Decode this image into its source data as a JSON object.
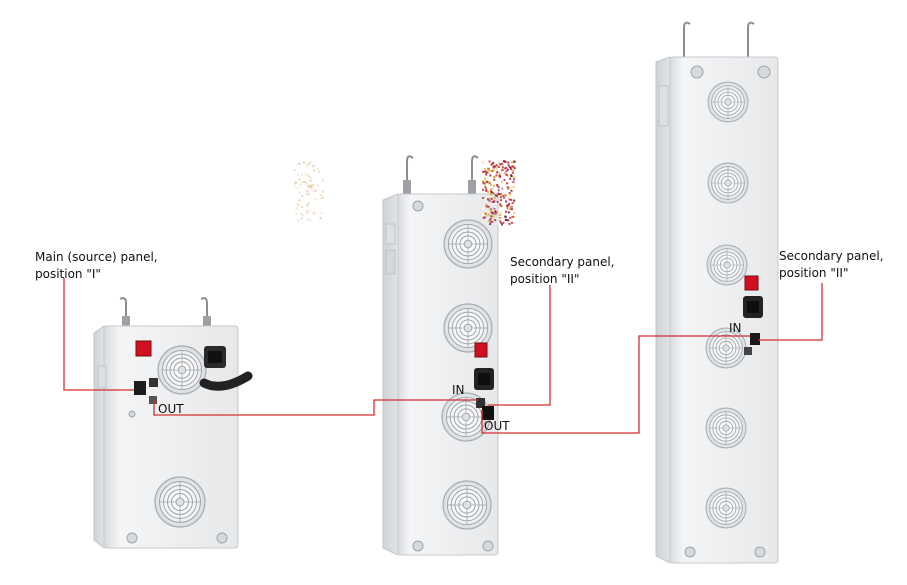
{
  "labels": {
    "main_panel": {
      "line1": "Main (source) panel,",
      "line2": "position \"I\""
    },
    "secondary_panel_a": {
      "line1": "Secondary panel,",
      "line2": "position \"II\""
    },
    "secondary_panel_b": {
      "line1": "Secondary panel,",
      "line2": "position \"II\""
    }
  },
  "ports": {
    "main_out": "OUT",
    "panel2_in": "IN",
    "panel2_out": "OUT",
    "panel3_in": "IN"
  },
  "colors": {
    "panel_body": "#eceef0",
    "panel_edge": "#c9ccd0",
    "wire": "#d32f2f",
    "switch": "#d01020",
    "fan": "#9ea3a8",
    "hardware": "#7b7f84"
  }
}
